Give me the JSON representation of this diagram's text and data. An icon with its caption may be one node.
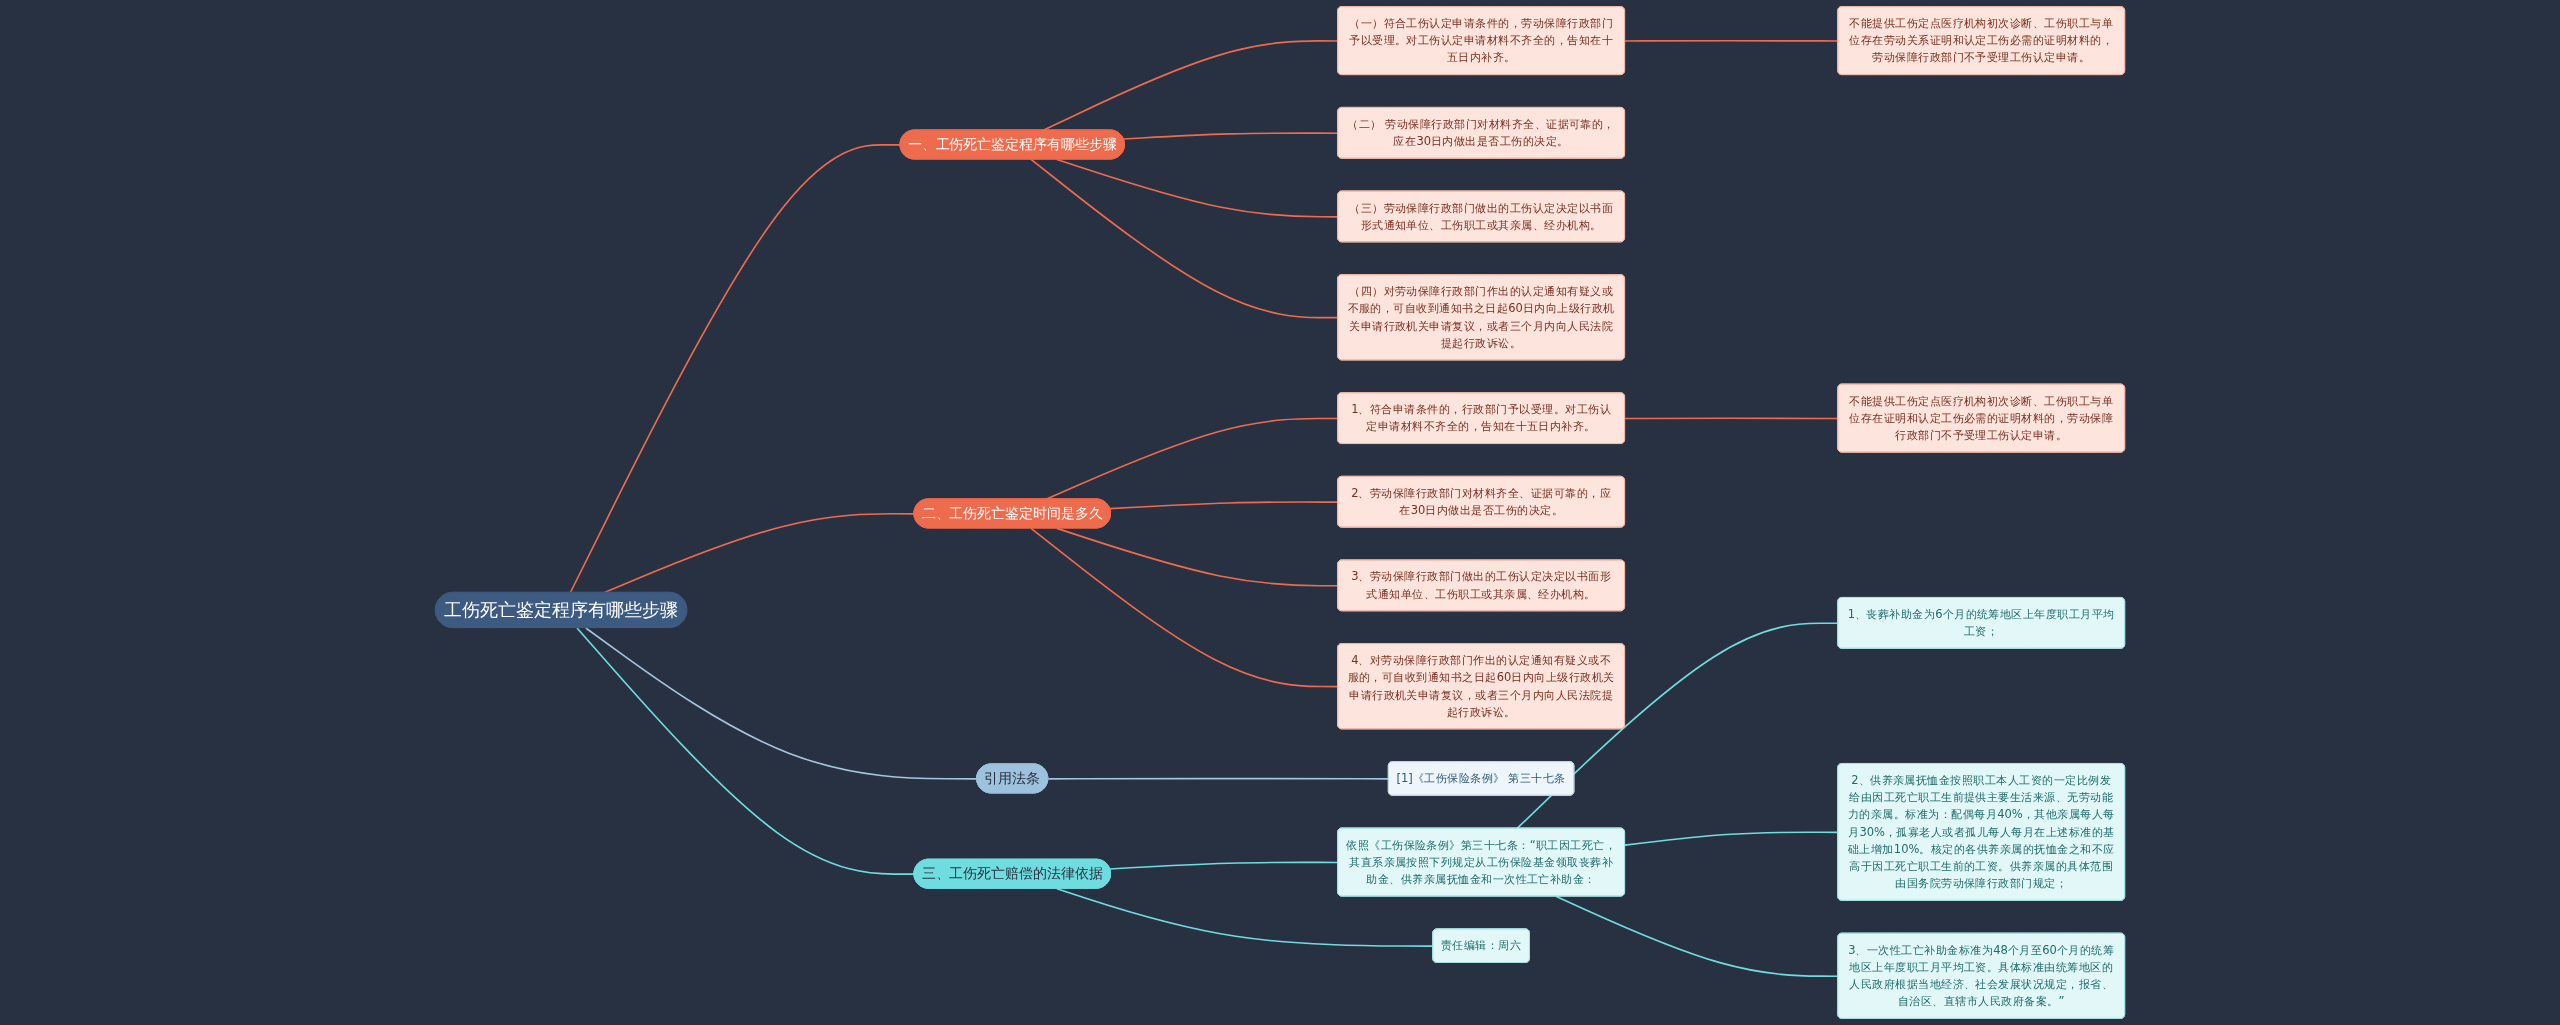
{
  "diagram": {
    "nodes": [
      {
        "text": [
          "工伤死亡鉴定程序有哪些步骤"
        ]
      },
      {
        "text": [
          "一、工伤死亡鉴定程序有哪些步骤"
        ]
      },
      {
        "text": [
          "（一）符合工伤认定申请条件的，劳动保障行政部门予以受理。对工伤认定申请材料不齐全的，告知在十五日内补齐。"
        ]
      },
      {
        "text": [
          "不能提供工伤定点医疗机构初次诊断、工伤职工与单位存在劳动关系证明和认定工伤必需的证明材料的，劳动保障行政部门不予受理工伤认定申请。"
        ]
      },
      {
        "text": [
          "（二） 劳动保障行政部门对材料齐全、证据可靠的，应在30日内做出是否工伤的决定。"
        ]
      },
      {
        "text": [
          "（三）劳动保障行政部门做出的工伤认定决定以书面形式通知单位、工伤职工或其亲属、经办机构。"
        ]
      },
      {
        "text": [
          "（四）对劳动保障行政部门作出的认定通知有疑义或不服的，可自收到通知书之日起60日内向上级行政机关申请行政机关申请复议，或者三个月内向人民法院提起行政诉讼。"
        ]
      },
      {
        "text": [
          "二、工伤死亡鉴定时间是多久"
        ]
      },
      {
        "text": [
          "1、符合申请条件的，行政部门予以受理。对工伤认定申请材料不齐全的，告知在十五日内补齐。"
        ]
      },
      {
        "text": [
          "不能提供工伤定点医疗机构初次诊断、工伤职工与单位存在证明和认定工伤必需的证明材料的，劳动保障行政部门不予受理工伤认定申请。"
        ]
      },
      {
        "text": [
          "2、劳动保障行政部门对材料齐全、证据可靠的，应在30日内做出是否工伤的决定。"
        ]
      },
      {
        "text": [
          "3、劳动保障行政部门做出的工伤认定决定以书面形式通知单位、工伤职工或其亲属、经办机构。"
        ]
      },
      {
        "text": [
          "4、对劳动保障行政部门作出的认定通知有疑义或不服的，可自收到通知书之日起60日内向上级行政机关申请行政机关申请复议，或者三个月内向人民法院提起行政诉讼。"
        ]
      },
      {
        "text": [
          "引用法条"
        ]
      },
      {
        "text": [
          "[1]《工伤保险条例》 第三十七条"
        ]
      },
      {
        "text": [
          "三、工伤死亡赔偿的法律依据"
        ]
      },
      {
        "text": [
          "依照《工伤保险条例》第三十七条：“职工因工死亡，其直系亲属按照下列规定从工伤保险基金领取丧葬补助金、供养亲属抚恤金和一次性工亡补助金："
        ]
      },
      {
        "text": [
          "1、丧葬补助金为6个月的统筹地区上年度职工月平均工资；"
        ]
      },
      {
        "text": [
          "2、供养亲属抚恤金按照职工本人工资的一定比例发给由因工死亡职工生前提供主要生活来源、无劳动能力的亲属。标准为：配偶每月40%，其他亲属每人每月30%，孤寡老人或者孤儿每人每月在上述标准的基础上增加10%。核定的各供养亲属的抚恤金之和不应高于因工死亡职工生前的工资。供养亲属的具体范围由国务院劳动保障行政部门规定；"
        ]
      },
      {
        "text": [
          "3、一次性工亡补助金标准为48个月至60个月的统筹地区上年度职工月平均工资。具体标准由统筹地区的人民政府根据当地经济、社会发展状况规定，报省、自治区、直辖市人民政府备案。”"
        ]
      },
      {
        "text": [
          "责任编辑：周六"
        ]
      }
    ],
    "edges": [
      {
        "from": 0,
        "to": 1,
        "arrow": "none"
      },
      {
        "from": 1,
        "to": 2,
        "arrow": "none"
      },
      {
        "from": 2,
        "to": 3,
        "arrow": "none"
      },
      {
        "from": 1,
        "to": 4,
        "arrow": "none"
      },
      {
        "from": 1,
        "to": 5,
        "arrow": "none"
      },
      {
        "from": 1,
        "to": 6,
        "arrow": "none"
      },
      {
        "from": 0,
        "to": 7,
        "arrow": "none"
      },
      {
        "from": 7,
        "to": 8,
        "arrow": "none"
      },
      {
        "from": 8,
        "to": 9,
        "arrow": "none"
      },
      {
        "from": 7,
        "to": 10,
        "arrow": "none"
      },
      {
        "from": 7,
        "to": 11,
        "arrow": "none"
      },
      {
        "from": 7,
        "to": 12,
        "arrow": "none"
      },
      {
        "from": 0,
        "to": 13,
        "arrow": "none",
        "color": "#a3c6e0"
      },
      {
        "from": 13,
        "to": 14,
        "arrow": "none",
        "color": "#a3c6e0"
      },
      {
        "from": 0,
        "to": 15,
        "arrow": "none",
        "color": "#6fdde0"
      },
      {
        "from": 15,
        "to": 16,
        "arrow": "none",
        "color": "#6fdde0"
      },
      {
        "from": 16,
        "to": 17,
        "arrow": "none",
        "color": "#6fdde0"
      },
      {
        "from": 16,
        "to": 18,
        "arrow": "none",
        "color": "#6fdde0"
      },
      {
        "from": 16,
        "to": 19,
        "arrow": "none",
        "color": "#6fdde0"
      },
      {
        "from": 15,
        "to": 20,
        "arrow": "none",
        "color": "#6fdde0"
      }
    ]
  }
}
